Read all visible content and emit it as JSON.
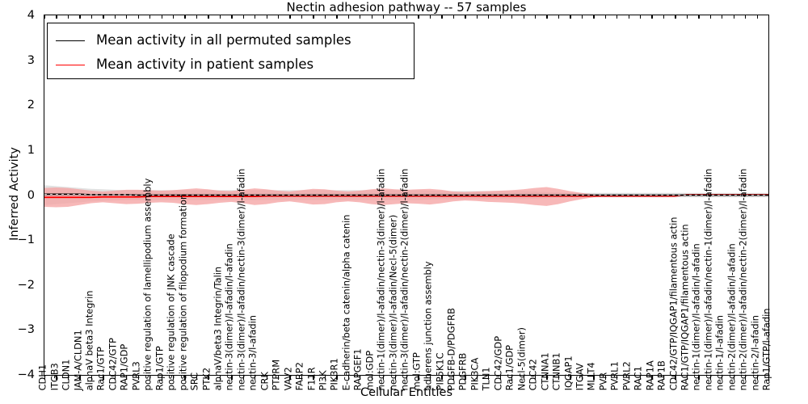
{
  "chart_data": {
    "type": "line",
    "title": "Nectin adhesion pathway -- 57 samples",
    "xlabel": "Cellular Entities",
    "ylabel": "Inferred Activity",
    "ylim": [
      -4,
      4
    ],
    "yticks": [
      -4,
      -3,
      -2,
      -1,
      0,
      1,
      2,
      3,
      4
    ],
    "grid": false,
    "legend_position": "upper-left",
    "legend": [
      {
        "name": "Mean activity in all permuted samples",
        "color": "#000000"
      },
      {
        "name": "Mean activity in patient samples",
        "color": "#ff0000"
      }
    ],
    "categories": [
      "CDH1",
      "ITGB3",
      "CLDN1",
      "JAM-A/CLDN1",
      "alphaV beta3 Integrin",
      "Rac1/GTP",
      "CDC42/GTP",
      "RAP1/GDP",
      "PVRL3",
      "positive regulation of lamellipodium assembly",
      "Rap1/GTP",
      "positive regulation of JNK cascade",
      "positive regulation of filopodium formation",
      "SRC",
      "PTK2",
      "alphaV/beta3 Integrin/Talin",
      "nectin-3(dimer)/l-afadin/l-afadin",
      "nectin-3(dimer)/l-afadin/nectin-3(dimer)/l-afadin",
      "nectin-3/l-afadin",
      "CRK",
      "PTPRM",
      "VAV2",
      "FARP2",
      "F11R",
      "PI3K",
      "PIK3R1",
      "E-cadherin/beta catenin/alpha catenin",
      "RAPGEF1",
      "mol:GDP",
      "nectin-1(dimer)/l-afadin/nectin-3(dimer)/l-afadin",
      "nectin-3(dimer)/l-afadin/Necl-5(dimer)",
      "nectin-3(dimer)/l-afadin/nectin-2(dimer)/l-afadin",
      "mol:GTP",
      "adherens junction assembly",
      "PIP5K1C",
      "PDGFB-D/PDGFRB",
      "PDGFRB",
      "PIK3CA",
      "TLN1",
      "CDC42/GDP",
      "Rac1/GDP",
      "Necl-5(dimer)",
      "CDC42",
      "CTNNA1",
      "CTNNB1",
      "IQGAP1",
      "ITGAV",
      "MLLT4",
      "PVR",
      "PVRL1",
      "PVRL2",
      "RAC1",
      "RAP1A",
      "RAP1B",
      "CDC42/GTP/IQGAP1/filamentous actin",
      "RAC1/GTP/IQGAP1/filamentous actin",
      "nectin-1(dimer)/l-afadin/l-afadin",
      "nectin-1(dimer)/l-afadin/nectin-1(dimer)/l-afadin",
      "nectin-1/l-afadin",
      "nectin-2(dimer)/l-afadin/l-afadin",
      "nectin-2(dimer)/l-afadin/nectin-2(dimer)/l-afadin",
      "nectin-2/l-afadin",
      "Rap1/GTP/l-afadin"
    ],
    "series": [
      {
        "name": "Mean activity in all permuted samples",
        "color": "#000000",
        "band_color": "#c8c8c8",
        "values": [
          0.02,
          0.02,
          0.02,
          0.02,
          0.01,
          0.01,
          0.01,
          0.01,
          0.0,
          0.0,
          0.0,
          0.0,
          0.0,
          0.0,
          0.0,
          0.0,
          0.0,
          0.0,
          0.0,
          0.0,
          0.0,
          0.0,
          0.0,
          0.0,
          0.0,
          0.0,
          0.0,
          0.0,
          0.0,
          0.0,
          0.0,
          0.0,
          0.0,
          0.0,
          0.0,
          0.0,
          0.0,
          0.0,
          0.0,
          0.0,
          0.0,
          0.0,
          0.0,
          0.0,
          0.0,
          0.0,
          0.0,
          0.0,
          0.0,
          0.0,
          0.0,
          0.0,
          0.0,
          0.0,
          0.0,
          0.0,
          0.0,
          0.0,
          0.0,
          0.0,
          0.0,
          0.0,
          0.0
        ],
        "band_lower": [
          -0.22,
          -0.2,
          -0.18,
          -0.16,
          -0.14,
          -0.13,
          -0.12,
          -0.11,
          -0.11,
          -0.11,
          -0.11,
          -0.11,
          -0.11,
          -0.11,
          -0.11,
          -0.11,
          -0.11,
          -0.11,
          -0.11,
          -0.11,
          -0.11,
          -0.11,
          -0.11,
          -0.11,
          -0.11,
          -0.11,
          -0.11,
          -0.11,
          -0.11,
          -0.11,
          -0.11,
          -0.11,
          -0.11,
          -0.1,
          -0.09,
          -0.09,
          -0.09,
          -0.09,
          -0.09,
          -0.09,
          -0.09,
          -0.09,
          -0.08,
          -0.07,
          -0.06,
          -0.05,
          -0.05,
          -0.05,
          -0.05,
          -0.05,
          -0.05,
          -0.05,
          -0.05,
          -0.05,
          -0.05,
          -0.05,
          -0.05,
          -0.05,
          -0.05,
          -0.05,
          -0.05,
          -0.05,
          -0.05
        ],
        "band_upper": [
          0.22,
          0.2,
          0.18,
          0.16,
          0.14,
          0.13,
          0.12,
          0.11,
          0.11,
          0.11,
          0.11,
          0.11,
          0.11,
          0.11,
          0.11,
          0.11,
          0.11,
          0.11,
          0.11,
          0.11,
          0.11,
          0.11,
          0.11,
          0.11,
          0.11,
          0.11,
          0.11,
          0.11,
          0.11,
          0.11,
          0.11,
          0.11,
          0.11,
          0.1,
          0.09,
          0.09,
          0.09,
          0.09,
          0.09,
          0.09,
          0.09,
          0.09,
          0.08,
          0.07,
          0.06,
          0.05,
          0.05,
          0.05,
          0.05,
          0.05,
          0.05,
          0.05,
          0.05,
          0.05,
          0.05,
          0.05,
          0.05,
          0.05,
          0.05,
          0.05,
          0.05,
          0.05,
          0.05
        ]
      },
      {
        "name": "Mean activity in patient samples",
        "color": "#ff0000",
        "band_color": "#f4a0a0",
        "values": [
          -0.05,
          -0.05,
          -0.05,
          -0.05,
          -0.05,
          -0.04,
          -0.04,
          -0.04,
          -0.04,
          -0.03,
          -0.03,
          -0.03,
          -0.03,
          -0.03,
          -0.03,
          -0.03,
          -0.03,
          -0.03,
          -0.03,
          -0.02,
          -0.02,
          -0.02,
          -0.02,
          -0.02,
          -0.02,
          -0.02,
          -0.02,
          -0.02,
          -0.02,
          -0.02,
          -0.02,
          -0.02,
          -0.02,
          -0.02,
          -0.02,
          -0.02,
          -0.02,
          -0.02,
          -0.02,
          -0.02,
          -0.02,
          -0.02,
          -0.02,
          -0.02,
          -0.02,
          -0.02,
          -0.02,
          -0.02,
          -0.02,
          -0.02,
          -0.02,
          -0.02,
          -0.02,
          -0.02,
          -0.02,
          0.01,
          0.01,
          0.01,
          0.01,
          0.01,
          0.01,
          0.01,
          0.01
        ],
        "band_lower": [
          -0.26,
          -0.27,
          -0.26,
          -0.22,
          -0.18,
          -0.16,
          -0.18,
          -0.2,
          -0.19,
          -0.17,
          -0.16,
          -0.17,
          -0.2,
          -0.22,
          -0.2,
          -0.17,
          -0.15,
          -0.18,
          -0.22,
          -0.2,
          -0.16,
          -0.14,
          -0.17,
          -0.21,
          -0.2,
          -0.16,
          -0.14,
          -0.16,
          -0.2,
          -0.22,
          -0.2,
          -0.18,
          -0.19,
          -0.21,
          -0.18,
          -0.14,
          -0.12,
          -0.13,
          -0.15,
          -0.16,
          -0.17,
          -0.19,
          -0.22,
          -0.24,
          -0.2,
          -0.14,
          -0.09,
          -0.05,
          -0.03,
          -0.02,
          -0.02,
          -0.02,
          -0.02,
          -0.02,
          -0.02,
          -0.02,
          -0.02,
          -0.02,
          -0.02,
          -0.02,
          -0.02,
          -0.02,
          -0.02
        ],
        "band_upper": [
          0.16,
          0.17,
          0.16,
          0.13,
          0.1,
          0.08,
          0.1,
          0.12,
          0.12,
          0.11,
          0.1,
          0.11,
          0.13,
          0.15,
          0.13,
          0.1,
          0.09,
          0.12,
          0.15,
          0.13,
          0.1,
          0.08,
          0.11,
          0.14,
          0.13,
          0.1,
          0.08,
          0.1,
          0.13,
          0.15,
          0.13,
          0.12,
          0.13,
          0.14,
          0.12,
          0.08,
          0.07,
          0.08,
          0.09,
          0.1,
          0.11,
          0.13,
          0.16,
          0.18,
          0.14,
          0.09,
          0.05,
          0.02,
          0.01,
          0.01,
          0.01,
          0.01,
          0.01,
          0.01,
          0.01,
          0.01,
          0.01,
          0.01,
          0.01,
          0.01,
          0.01,
          0.01,
          0.01
        ]
      }
    ]
  }
}
